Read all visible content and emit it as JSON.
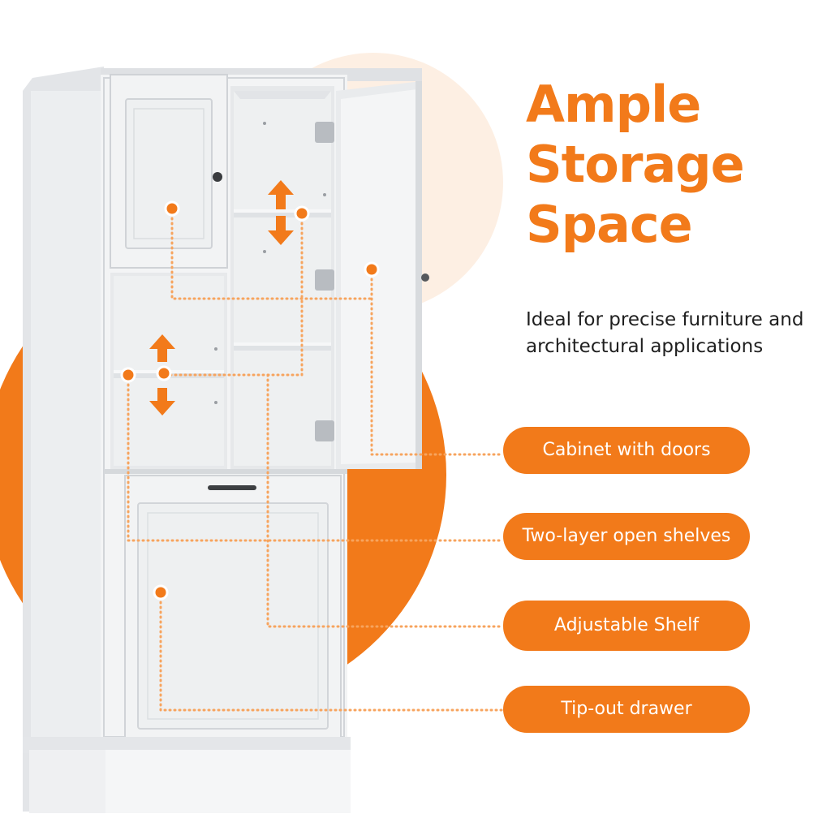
{
  "headline": {
    "line1": "Ample",
    "line2": "Storage",
    "line3": "Space"
  },
  "subtext": "Ideal for precise furniture and architectural applications",
  "callouts": [
    {
      "label": "Cabinet with doors"
    },
    {
      "label": "Two-layer open shelves"
    },
    {
      "label": "Adjustable Shelf"
    },
    {
      "label": "Tip-out drawer"
    }
  ],
  "colors": {
    "accent": "#F27A1A",
    "peach": "#FDEFE3",
    "cabinet": "#F1F2F3",
    "text": "#1F1F1F"
  }
}
